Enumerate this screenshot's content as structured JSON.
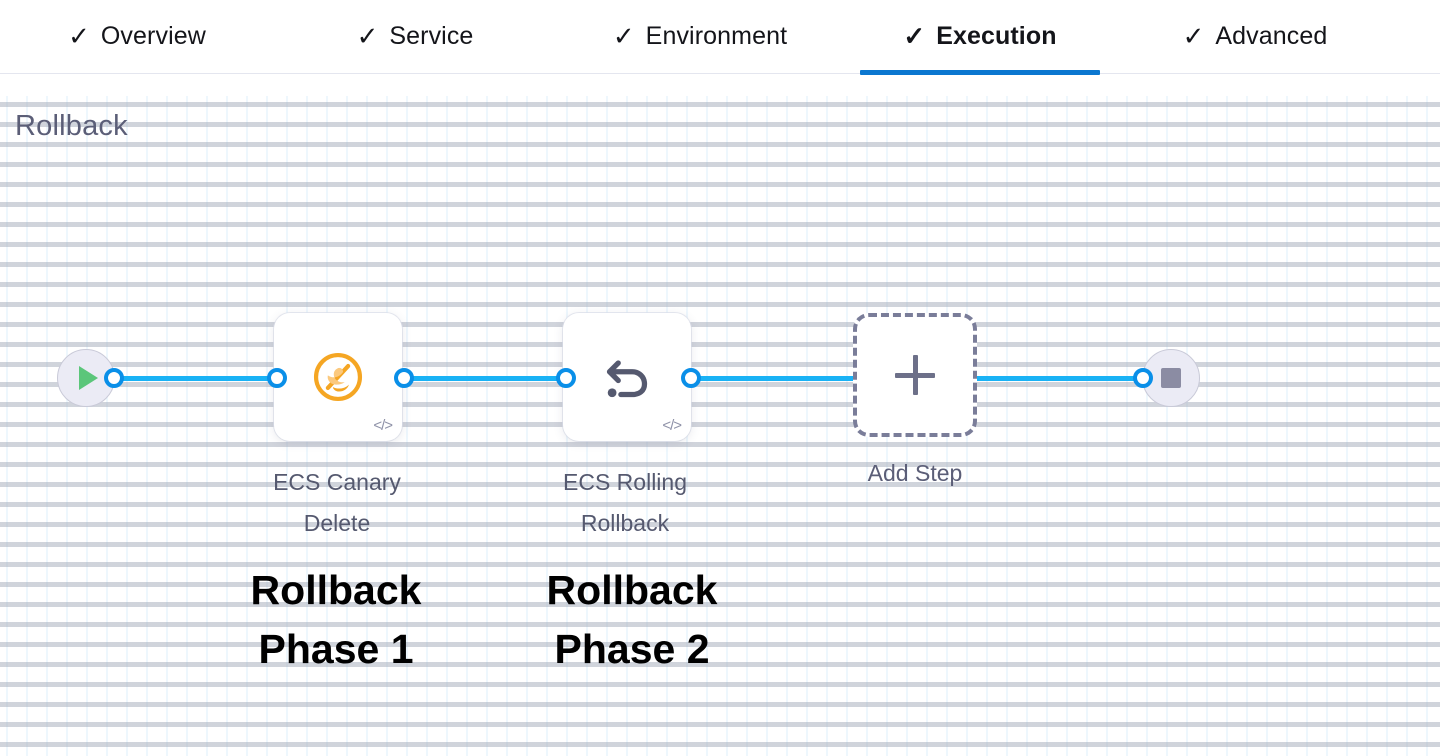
{
  "tabs": [
    {
      "id": "overview",
      "label": "Overview",
      "check": "✓",
      "active": false
    },
    {
      "id": "service",
      "label": "Service",
      "check": "✓",
      "active": false
    },
    {
      "id": "environment",
      "label": "Environment",
      "check": "✓",
      "active": false
    },
    {
      "id": "execution",
      "label": "Execution",
      "check": "✓",
      "active": true
    },
    {
      "id": "advanced",
      "label": "Advanced",
      "check": "✓",
      "active": false
    }
  ],
  "section": {
    "title": "Rollback"
  },
  "pipeline": {
    "start_node": {
      "icon": "play-icon"
    },
    "end_node": {
      "icon": "stop-icon"
    },
    "steps": [
      {
        "id": "ecs-canary-delete",
        "icon": "ecs-canary-delete-icon",
        "code_badge": "</>",
        "label_line1": "ECS Canary",
        "label_line2": "Delete"
      },
      {
        "id": "ecs-rolling-rollback",
        "icon": "rollback-undo-icon",
        "code_badge": "</>",
        "label_line1": "ECS Rolling",
        "label_line2": "Rollback"
      }
    ],
    "add_step": {
      "label": "Add Step",
      "icon": "plus-icon"
    }
  },
  "annotations": [
    {
      "id": "phase-1",
      "line1": "Rollback",
      "line2": "Phase 1"
    },
    {
      "id": "phase-2",
      "line1": "Rollback",
      "line2": "Phase 2"
    }
  ],
  "colors": {
    "accent_blue": "#0b77d0",
    "connector_blue": "#19b2f5",
    "connector_dot": "#0a8fe8",
    "title_gray": "#5b5e77",
    "canary_orange": "#f5a623",
    "play_green": "#5bc67a",
    "stop_gray": "#8b8ca3",
    "terminal_fill": "#ebebf5"
  }
}
